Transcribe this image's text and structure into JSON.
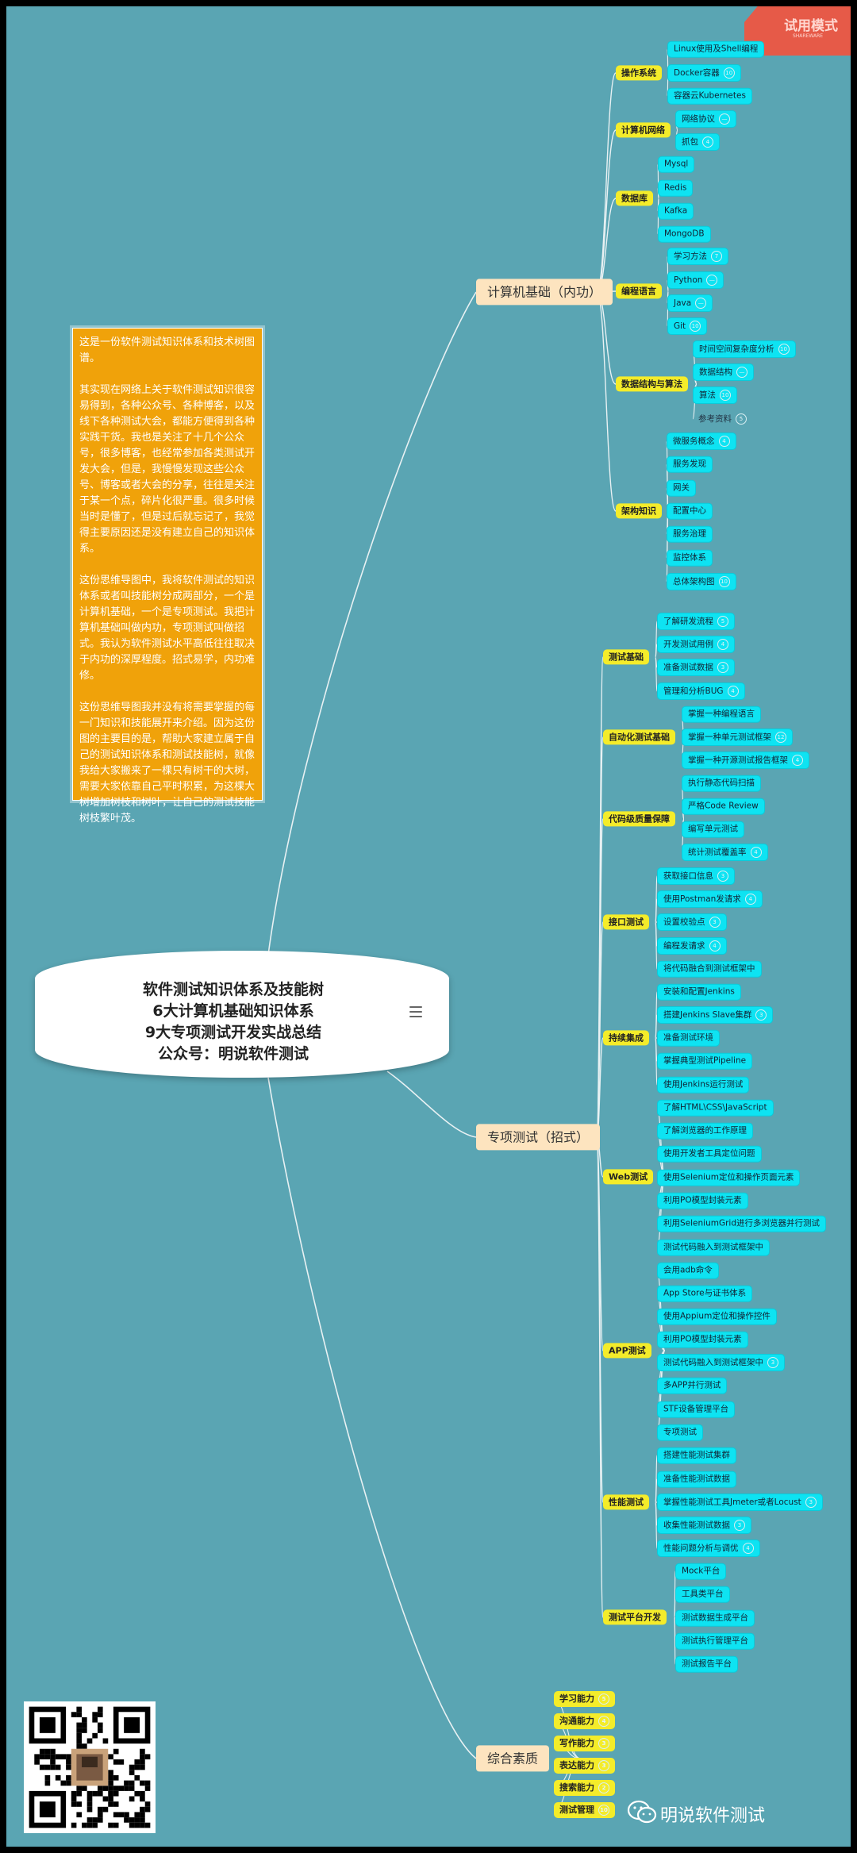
{
  "trial": {
    "label": "试用模式",
    "sub": "SHAREWARE"
  },
  "center": {
    "lines": [
      "软件测试知识体系及技能树",
      "6大计算机基础知识体系",
      "9大专项测试开发实战总结",
      "公众号：明说软件测试"
    ]
  },
  "note": {
    "paragraphs": [
      "这是一份软件测试知识体系和技术树图谱。",
      "其实现在网络上关于软件测试知识很容易得到，各种公众号、各种博客，以及线下各种测试大会，都能方便得到各种实践干货。我也是关注了十几个公众号，很多博客，也经常参加各类测试开发大会，但是，我慢慢发现这些公众号、博客或者大会的分享，往往是关注于某一个点，碎片化很严重。很多时候当时是懂了，但是过后就忘记了，我觉得主要原因还是没有建立自己的知识体系。",
      "这份思维导图中，我将软件测试的知识体系或者叫技能树分成两部分，一个是计算机基础，一个是专项测试。我把计算机基础叫做内功，专项测试叫做招式。我认为软件测试水平高低往往取决于内功的深厚程度。招式易学，内功难修。",
      "这份思维导图我并没有将需要掌握的每一门知识和技能展开来介绍。因为这份图的主要目的是，帮助大家建立属于自己的测试知识体系和测试技能树，就像我给大家搬来了一棵只有树干的大树，需要大家依靠自己平时积累，为这棵大树增加树枝和树叶，让自己的测试技能树枝繁叶茂。"
    ]
  },
  "mindmap": [
    {
      "label": "计算机基础（内功）",
      "children": [
        {
          "label": "操作系统",
          "items": [
            {
              "t": "Linux使用及Shell编程",
              "b": ""
            },
            {
              "t": "Docker容器",
              "b": "10"
            },
            {
              "t": "容器云Kubernetes",
              "b": ""
            }
          ]
        },
        {
          "label": "计算机网络",
          "items": [
            {
              "t": "网络协议",
              "b": "—"
            },
            {
              "t": "抓包",
              "b": "4"
            }
          ]
        },
        {
          "label": "数据库",
          "items": [
            {
              "t": "Mysql",
              "b": ""
            },
            {
              "t": "Redis",
              "b": ""
            },
            {
              "t": "Kafka",
              "b": ""
            },
            {
              "t": "MongoDB",
              "b": ""
            }
          ]
        },
        {
          "label": "编程语言",
          "items": [
            {
              "t": "学习方法",
              "b": "7"
            },
            {
              "t": "Python",
              "b": "—"
            },
            {
              "t": "Java",
              "b": "—"
            },
            {
              "t": "Git",
              "b": "10"
            }
          ]
        },
        {
          "label": "数据结构与算法",
          "items": [
            {
              "t": "时间空间复杂度分析",
              "b": "10"
            },
            {
              "t": "数据结构",
              "b": "—"
            },
            {
              "t": "算法",
              "b": "10"
            },
            {
              "t": "参考资料",
              "b": "5"
            }
          ]
        },
        {
          "label": "架构知识",
          "items": [
            {
              "t": "微服务概念",
              "b": "4"
            },
            {
              "t": "服务发现",
              "b": ""
            },
            {
              "t": "网关",
              "b": ""
            },
            {
              "t": "配置中心",
              "b": ""
            },
            {
              "t": "服务治理",
              "b": ""
            },
            {
              "t": "监控体系",
              "b": ""
            },
            {
              "t": "总体架构图",
              "b": "10"
            }
          ]
        }
      ]
    },
    {
      "label": "专项测试（招式）",
      "children": [
        {
          "label": "测试基础",
          "items": [
            {
              "t": "了解研发流程",
              "b": "5"
            },
            {
              "t": "开发测试用例",
              "b": "4"
            },
            {
              "t": "准备测试数据",
              "b": "3"
            },
            {
              "t": "管理和分析BUG",
              "b": "4"
            }
          ]
        },
        {
          "label": "自动化测试基础",
          "items": [
            {
              "t": "掌握一种编程语言",
              "b": ""
            },
            {
              "t": "掌握一种单元测试框架",
              "b": "12"
            },
            {
              "t": "掌握一种开源测试报告框架",
              "b": "4"
            }
          ]
        },
        {
          "label": "代码级质量保障",
          "items": [
            {
              "t": "执行静态代码扫描",
              "b": ""
            },
            {
              "t": "严格Code Review",
              "b": ""
            },
            {
              "t": "编写单元测试",
              "b": ""
            },
            {
              "t": "统计测试覆盖率",
              "b": "4"
            }
          ]
        },
        {
          "label": "接口测试",
          "items": [
            {
              "t": "获取接口信息",
              "b": "3"
            },
            {
              "t": "使用Postman发请求",
              "b": "4"
            },
            {
              "t": "设置校验点",
              "b": "3"
            },
            {
              "t": "编程发请求",
              "b": "4"
            },
            {
              "t": "将代码融合到测试框架中",
              "b": ""
            }
          ]
        },
        {
          "label": "持续集成",
          "items": [
            {
              "t": "安装和配置Jenkins",
              "b": ""
            },
            {
              "t": "搭建Jenkins Slave集群",
              "b": "3"
            },
            {
              "t": "准备测试环境",
              "b": ""
            },
            {
              "t": "掌握典型测试Pipeline",
              "b": ""
            },
            {
              "t": "使用Jenkins运行测试",
              "b": ""
            }
          ]
        },
        {
          "label": "Web测试",
          "items": [
            {
              "t": "了解HTML\\CSS\\JavaScript",
              "b": ""
            },
            {
              "t": "了解浏览器的工作原理",
              "b": ""
            },
            {
              "t": "使用开发者工具定位问题",
              "b": ""
            },
            {
              "t": "使用Selenium定位和操作页面元素",
              "b": ""
            },
            {
              "t": "利用PO模型封装元素",
              "b": ""
            },
            {
              "t": "利用SeleniumGrid进行多浏览器并行测试",
              "b": ""
            },
            {
              "t": "测试代码融入到测试框架中",
              "b": ""
            }
          ]
        },
        {
          "label": "APP测试",
          "items": [
            {
              "t": "会用adb命令",
              "b": ""
            },
            {
              "t": "App Store与证书体系",
              "b": ""
            },
            {
              "t": "使用Appium定位和操作控件",
              "b": ""
            },
            {
              "t": "利用PO模型封装元素",
              "b": ""
            },
            {
              "t": "测试代码融入到测试框架中",
              "b": "3"
            },
            {
              "t": "多APP并行测试",
              "b": ""
            },
            {
              "t": "STF设备管理平台",
              "b": ""
            },
            {
              "t": "专项测试",
              "b": ""
            }
          ]
        },
        {
          "label": "性能测试",
          "items": [
            {
              "t": "搭建性能测试集群",
              "b": ""
            },
            {
              "t": "准备性能测试数据",
              "b": ""
            },
            {
              "t": "掌握性能测试工具Jmeter或者Locust",
              "b": "3"
            },
            {
              "t": "收集性能测试数据",
              "b": "3"
            },
            {
              "t": "性能问题分析与调优",
              "b": "4"
            }
          ]
        },
        {
          "label": "测试平台开发",
          "items": [
            {
              "t": "Mock平台",
              "b": ""
            },
            {
              "t": "工具类平台",
              "b": ""
            },
            {
              "t": "测试数据生成平台",
              "b": ""
            },
            {
              "t": "测试执行管理平台",
              "b": ""
            },
            {
              "t": "测试报告平台",
              "b": ""
            }
          ]
        }
      ]
    },
    {
      "label": "综合素质",
      "items": [
        {
          "t": "学习能力",
          "b": "5"
        },
        {
          "t": "沟通能力",
          "b": "4"
        },
        {
          "t": "写作能力",
          "b": "3"
        },
        {
          "t": "表达能力",
          "b": "3"
        },
        {
          "t": "搜索能力",
          "b": "2"
        },
        {
          "t": "测试管理",
          "b": "10"
        }
      ]
    }
  ],
  "brand": {
    "name": "明说软件测试"
  },
  "colors": {
    "background": "#5aa5b3",
    "level1": "#fde4bf",
    "level2": "#f4ec2a",
    "level3": "#0ee3f2",
    "note": "#f0a20a",
    "trial": "#e65a48"
  }
}
